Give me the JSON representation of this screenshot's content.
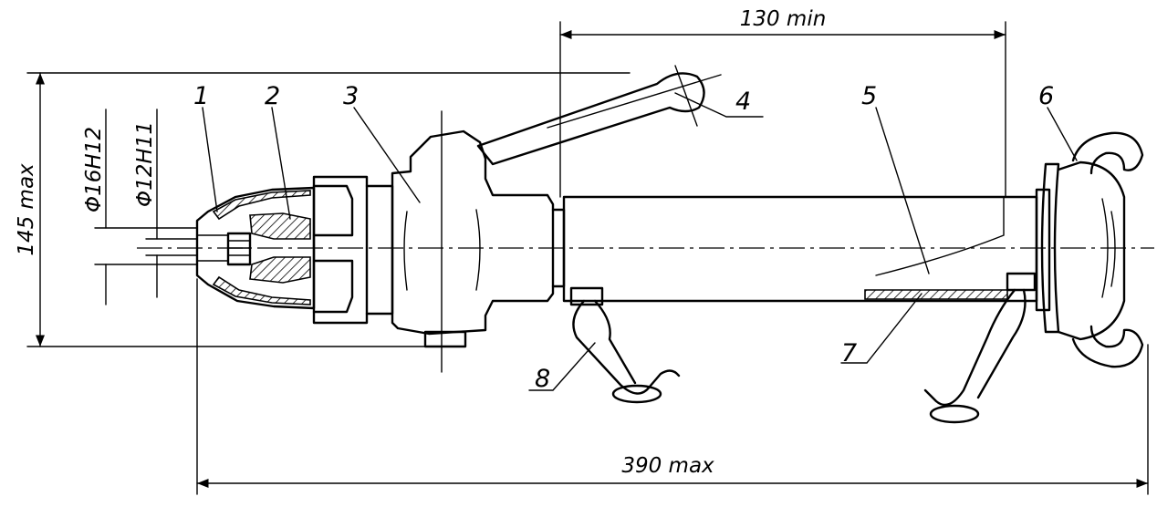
{
  "callouts": [
    "1",
    "2",
    "3",
    "4",
    "5",
    "6",
    "7",
    "8"
  ],
  "dimensions": {
    "top_length": "130 min",
    "overall_length": "390 max",
    "height": "145 max",
    "outer_diameter": "Φ16H12",
    "inner_diameter": "Φ12H11"
  }
}
